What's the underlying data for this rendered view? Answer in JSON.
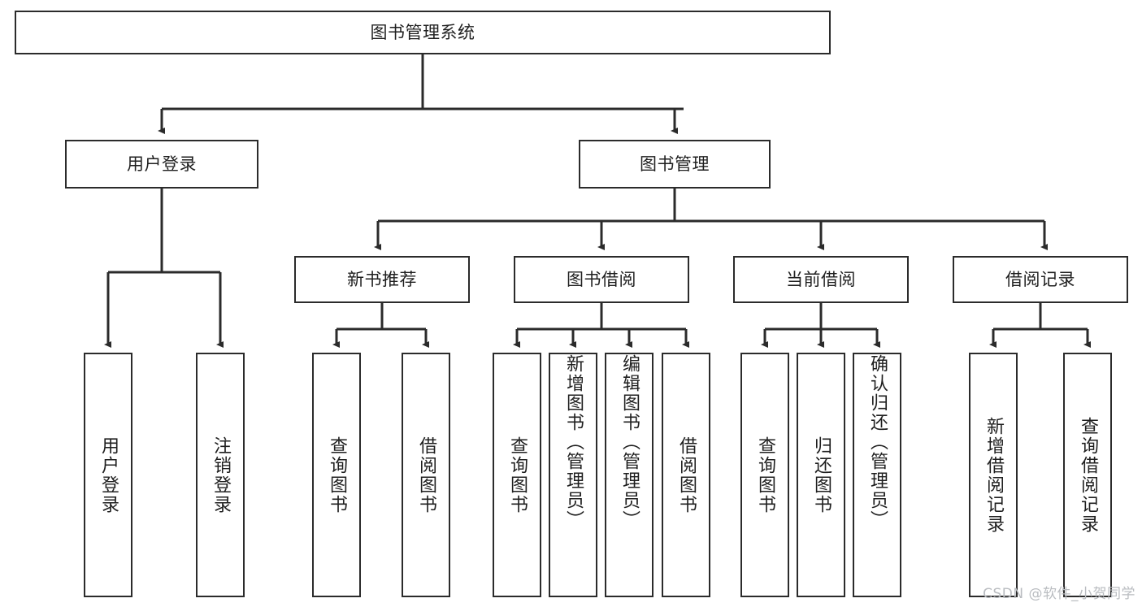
{
  "diagram": {
    "type": "tree-hierarchy",
    "title": "图书管理系统",
    "watermark": "CSDN @软件_小贺同学",
    "colors": {
      "stroke": "#2b2b2b",
      "fill": "#ffffff",
      "text": "#1f1f1f",
      "watermark": "#b9bcc0"
    },
    "levels": {
      "root": {
        "label": "图书管理系统"
      },
      "level2": [
        {
          "label": "用户登录"
        },
        {
          "label": "图书管理"
        }
      ],
      "level3": [
        {
          "label": "新书推荐"
        },
        {
          "label": "图书借阅"
        },
        {
          "label": "当前借阅"
        },
        {
          "label": "借阅记录"
        }
      ],
      "leaves": {
        "user_login": [
          {
            "label": "用户登录"
          },
          {
            "label": "注销登录"
          }
        ],
        "new_book_recommend": [
          {
            "label": "查询图书"
          },
          {
            "label": "借阅图书"
          }
        ],
        "book_borrow": [
          {
            "label": "查询图书"
          },
          {
            "label": "新增图书（管理员）"
          },
          {
            "label": "编辑图书（管理员）"
          },
          {
            "label": "借阅图书"
          }
        ],
        "current_borrow": [
          {
            "label": "查询图书"
          },
          {
            "label": "归还图书"
          },
          {
            "label": "确认归还（管理员）"
          }
        ],
        "borrow_record": [
          {
            "label": "新增借阅记录"
          },
          {
            "label": "查询借阅记录"
          }
        ]
      }
    }
  }
}
